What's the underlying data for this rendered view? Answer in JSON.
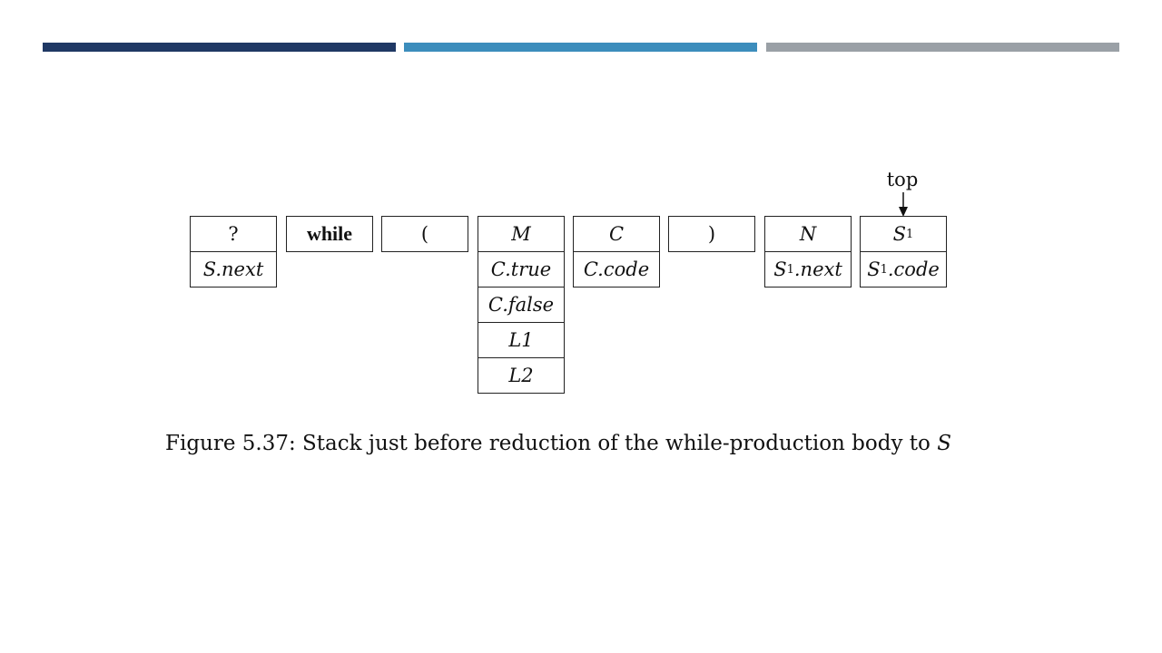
{
  "colors": {
    "bar_dark": "#1f3864",
    "bar_mid": "#3c8dbc",
    "bar_gray": "#9aa0a6"
  },
  "top_label": "top",
  "stack": [
    {
      "cells": [
        {
          "text": "?"
        },
        {
          "text": "S.next",
          "italic": true
        }
      ]
    },
    {
      "cells": [
        {
          "text": "while",
          "bold": true
        }
      ]
    },
    {
      "cells": [
        {
          "text": "("
        }
      ]
    },
    {
      "cells": [
        {
          "text": "M",
          "italic": true
        },
        {
          "text": "C.true",
          "italic": true
        },
        {
          "text": "C.false",
          "italic": true
        },
        {
          "text": "L1",
          "italic": true
        },
        {
          "text": "L2",
          "italic": true
        }
      ]
    },
    {
      "cells": [
        {
          "text": "C",
          "italic": true
        },
        {
          "text": "C.code",
          "italic": true
        }
      ]
    },
    {
      "cells": [
        {
          "text": ")"
        }
      ]
    },
    {
      "cells": [
        {
          "text": "N",
          "italic": true
        },
        {
          "text": "S",
          "sub": "1",
          "suffix": ".next",
          "italic": true
        }
      ]
    },
    {
      "cells": [
        {
          "text": "S",
          "sub": "1",
          "italic": true
        },
        {
          "text": "S",
          "sub": "1",
          "suffix": ".code",
          "italic": true
        }
      ]
    }
  ],
  "caption": {
    "prefix": "Figure 5.37: Stack just before reduction of the while-production body to ",
    "symbol": "S"
  }
}
